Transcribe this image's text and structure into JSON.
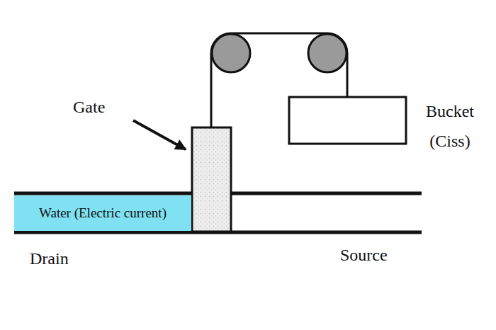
{
  "diagram": {
    "nodes": [
      {
        "text": [
          "Water (Electric current)"
        ]
      }
    ],
    "labels": [
      "Gate",
      "Bucket (Ciss)",
      "Drain",
      "Source"
    ]
  }
}
